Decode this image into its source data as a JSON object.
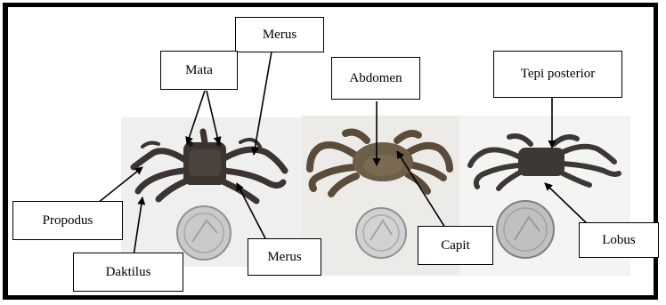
{
  "labels": {
    "merus_top": "Merus",
    "mata": "Mata",
    "abdomen": "Abdomen",
    "tepi_posterior": "Tepi posterior",
    "propodus": "Propodus",
    "daktilus": "Daktilus",
    "merus_bottom": "Merus",
    "capit": "Capit",
    "lobus": "Lobus"
  },
  "colors": {
    "frame": "#000000",
    "panel_background": "#f2f2f0",
    "crab_shell": "#3b3430",
    "crab_shell_light": "#6d5e4a",
    "coin": "#c9cacb",
    "arrow": "#000000"
  }
}
